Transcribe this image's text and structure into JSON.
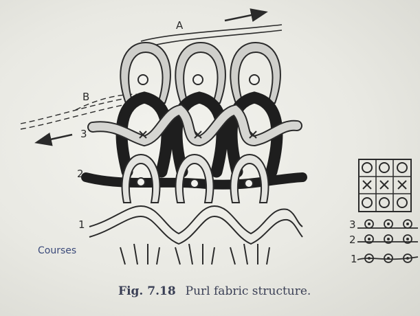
{
  "labels": {
    "a": "A",
    "b": "B",
    "c1": "1",
    "c2": "2",
    "c3": "3",
    "n1": "1",
    "n2": "2",
    "n3": "3"
  },
  "courses": "Courses",
  "caption": {
    "number": "Fig. 7.18",
    "title": "Purl fabric structure."
  },
  "colors": {
    "dark_yarn": "#1e1e1e",
    "light_yarn": "#dadad6",
    "outline": "#2a2a2a"
  },
  "icons": [
    "purl-loop-icon",
    "cross-mark-icon",
    "circle-mark-icon",
    "arrow-icon"
  ]
}
